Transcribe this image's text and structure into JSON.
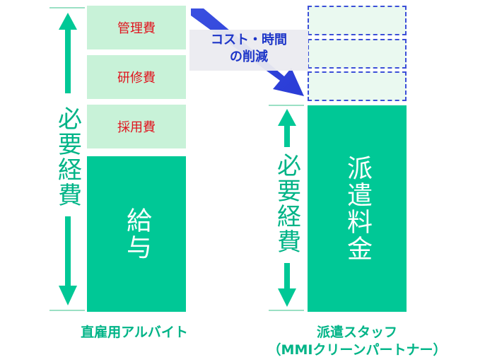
{
  "left_column": {
    "segments": [
      "管理費",
      "研修費",
      "採用費"
    ],
    "main": "給与",
    "side_label": "必要経費",
    "caption": "直雇用アルバイト"
  },
  "right_column": {
    "main": "派遣料金",
    "side_label": "必要経費",
    "caption_line1": "派遣スタッフ",
    "caption_line2": "（MMIクリーンパートナー）"
  },
  "callout": {
    "line1": "コスト・時間",
    "line2": "の削減"
  },
  "colors": {
    "light_green": "#c8f2d8",
    "dark_green": "#00c896",
    "teal_text": "#00b487",
    "red_text": "#e0141e",
    "blue": "#1d35c8"
  }
}
